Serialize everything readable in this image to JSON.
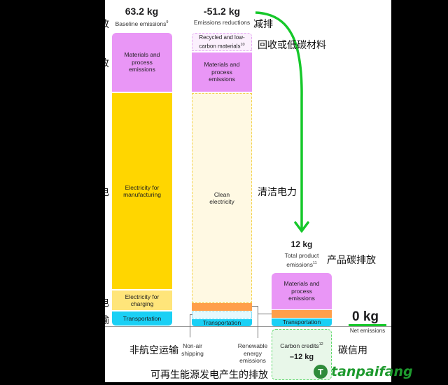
{
  "columns": {
    "baseline": {
      "value": "63.2 kg",
      "label": "Baseline emissions",
      "note": "9",
      "segments": {
        "materials": "Materials and process emissions",
        "electricity_manufacturing": "Electricity for manufacturing",
        "electricity_charging": "Electricity for charging",
        "transportation": "Transportation"
      }
    },
    "reductions": {
      "value": "-51.2 kg",
      "label": "Emissions reductions",
      "segments": {
        "recycled": "Recycled and low-carbon materials",
        "recycled_note": "10",
        "materials": "Materials and process emissions",
        "clean_electricity": "Clean electricity",
        "transportation": "Transportation"
      }
    },
    "total": {
      "value": "12 kg",
      "label": "Total product emissions",
      "note": "11",
      "segments": {
        "materials": "Materials and process emissions",
        "transportation": "Transportation"
      }
    },
    "credits": {
      "label": "Carbon credits",
      "note": "12",
      "value": "–12 kg"
    },
    "net": {
      "value": "0 kg",
      "label": "Net emissions"
    }
  },
  "callouts": {
    "non_air": "Non-air shipping",
    "renewable": "Renewable energy emissions"
  },
  "annotations_zh": {
    "reduction": "减排",
    "recycled": "回收或低碳材料",
    "clean_power": "清洁电力",
    "product_emissions": "产品碳排放",
    "carbon_credit": "碳信用",
    "non_air": "非航空运输",
    "renewable": "可再生能源发电产生的排放",
    "edge": [
      "放",
      "收",
      "电",
      "电",
      "输"
    ]
  },
  "watermark": "tanpaifang",
  "colors": {
    "materials": "#E996F6",
    "electricity": "#FFD600",
    "charging": "#FFE57A",
    "transport": "#1AD0F5",
    "renewable": "#FF9F4A",
    "arrow": "#16C82A",
    "credits_bg": "#E8F7E9"
  }
}
